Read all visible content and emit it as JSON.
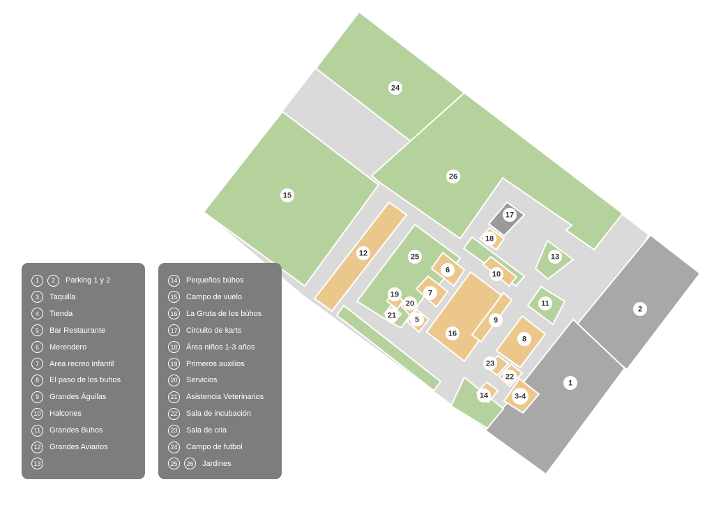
{
  "colors": {
    "green": "#b5d29c",
    "light_gray": "#dadada",
    "dark_gray": "#a8a8a8",
    "sand": "#ebc78b",
    "mid_gray": "#9a9a9a",
    "legend_bg": "#7d7d7d"
  },
  "map": {
    "markers": [
      "1",
      "2",
      "3-4",
      "5",
      "6",
      "7",
      "8",
      "9",
      "10",
      "11",
      "12",
      "13",
      "14",
      "15",
      "16",
      "17",
      "18",
      "19",
      "20",
      "21",
      "22",
      "23",
      "24",
      "25",
      "26"
    ]
  },
  "legend": {
    "left": [
      {
        "nums": [
          "1",
          "2"
        ],
        "label": "Parking 1 y 2"
      },
      {
        "nums": [
          "3"
        ],
        "label": "Taquilla"
      },
      {
        "nums": [
          "4"
        ],
        "label": "Tienda"
      },
      {
        "nums": [
          "5"
        ],
        "label": "Bar Restaurante"
      },
      {
        "nums": [
          "6"
        ],
        "label": "Merendero"
      },
      {
        "nums": [
          "7"
        ],
        "label": "Area recreo infantil"
      },
      {
        "nums": [
          "8"
        ],
        "label": "El paso de los buhos"
      },
      {
        "nums": [
          "9"
        ],
        "label": "Grandes Águilas"
      },
      {
        "nums": [
          "10"
        ],
        "label": "Halcones"
      },
      {
        "nums": [
          "11"
        ],
        "label": "Grandes Buhos"
      },
      {
        "nums": [
          "12"
        ],
        "label": "Grandes Aviarios"
      },
      {
        "nums": [
          "13"
        ],
        "label": ""
      }
    ],
    "right": [
      {
        "nums": [
          "14"
        ],
        "label": "Pequeños búhos"
      },
      {
        "nums": [
          "15"
        ],
        "label": "Campo de vuelo"
      },
      {
        "nums": [
          "16"
        ],
        "label": "La Gruta de los búhos"
      },
      {
        "nums": [
          "17"
        ],
        "label": "Circuito de karts"
      },
      {
        "nums": [
          "18"
        ],
        "label": "Área niños 1-3 años"
      },
      {
        "nums": [
          "19"
        ],
        "label": "Primeros auxilios"
      },
      {
        "nums": [
          "20"
        ],
        "label": "Servicios"
      },
      {
        "nums": [
          "21"
        ],
        "label": "Asistencia Veterinarios"
      },
      {
        "nums": [
          "22"
        ],
        "label": "Sala de incubación"
      },
      {
        "nums": [
          "23"
        ],
        "label": "Sala de cria"
      },
      {
        "nums": [
          "24"
        ],
        "label": "Campo de futbol"
      },
      {
        "nums": [
          "25",
          "26"
        ],
        "label": "Jardines"
      }
    ]
  }
}
